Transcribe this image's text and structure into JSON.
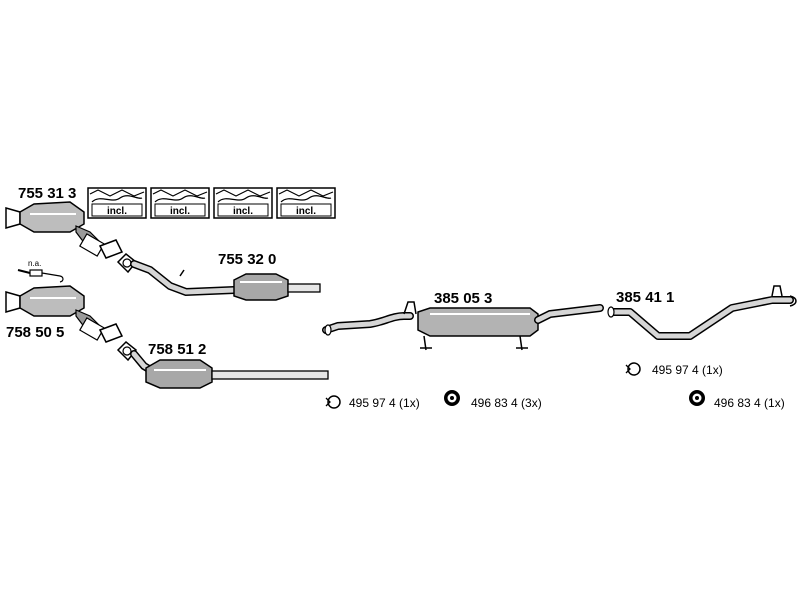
{
  "parts": {
    "cat_upper": "755 31 3",
    "pipe_upper": "755 32 0",
    "cat_lower": "758 50 5",
    "pipe_lower": "758 51 2",
    "middle_silencer": "385 05 3",
    "rear_silencer": "385 41 1"
  },
  "kit_label": "incl.",
  "kits": [
    "incl.",
    "incl.",
    "incl.",
    "incl."
  ],
  "sensor_note": "n.a.",
  "hardware": {
    "ring_left": "495 97 4 (1x)",
    "hanger_left": "496 83 4 (3x)",
    "ring_right": "495 97 4 (1x)",
    "hanger_right": "496 83 4 (1x)"
  }
}
